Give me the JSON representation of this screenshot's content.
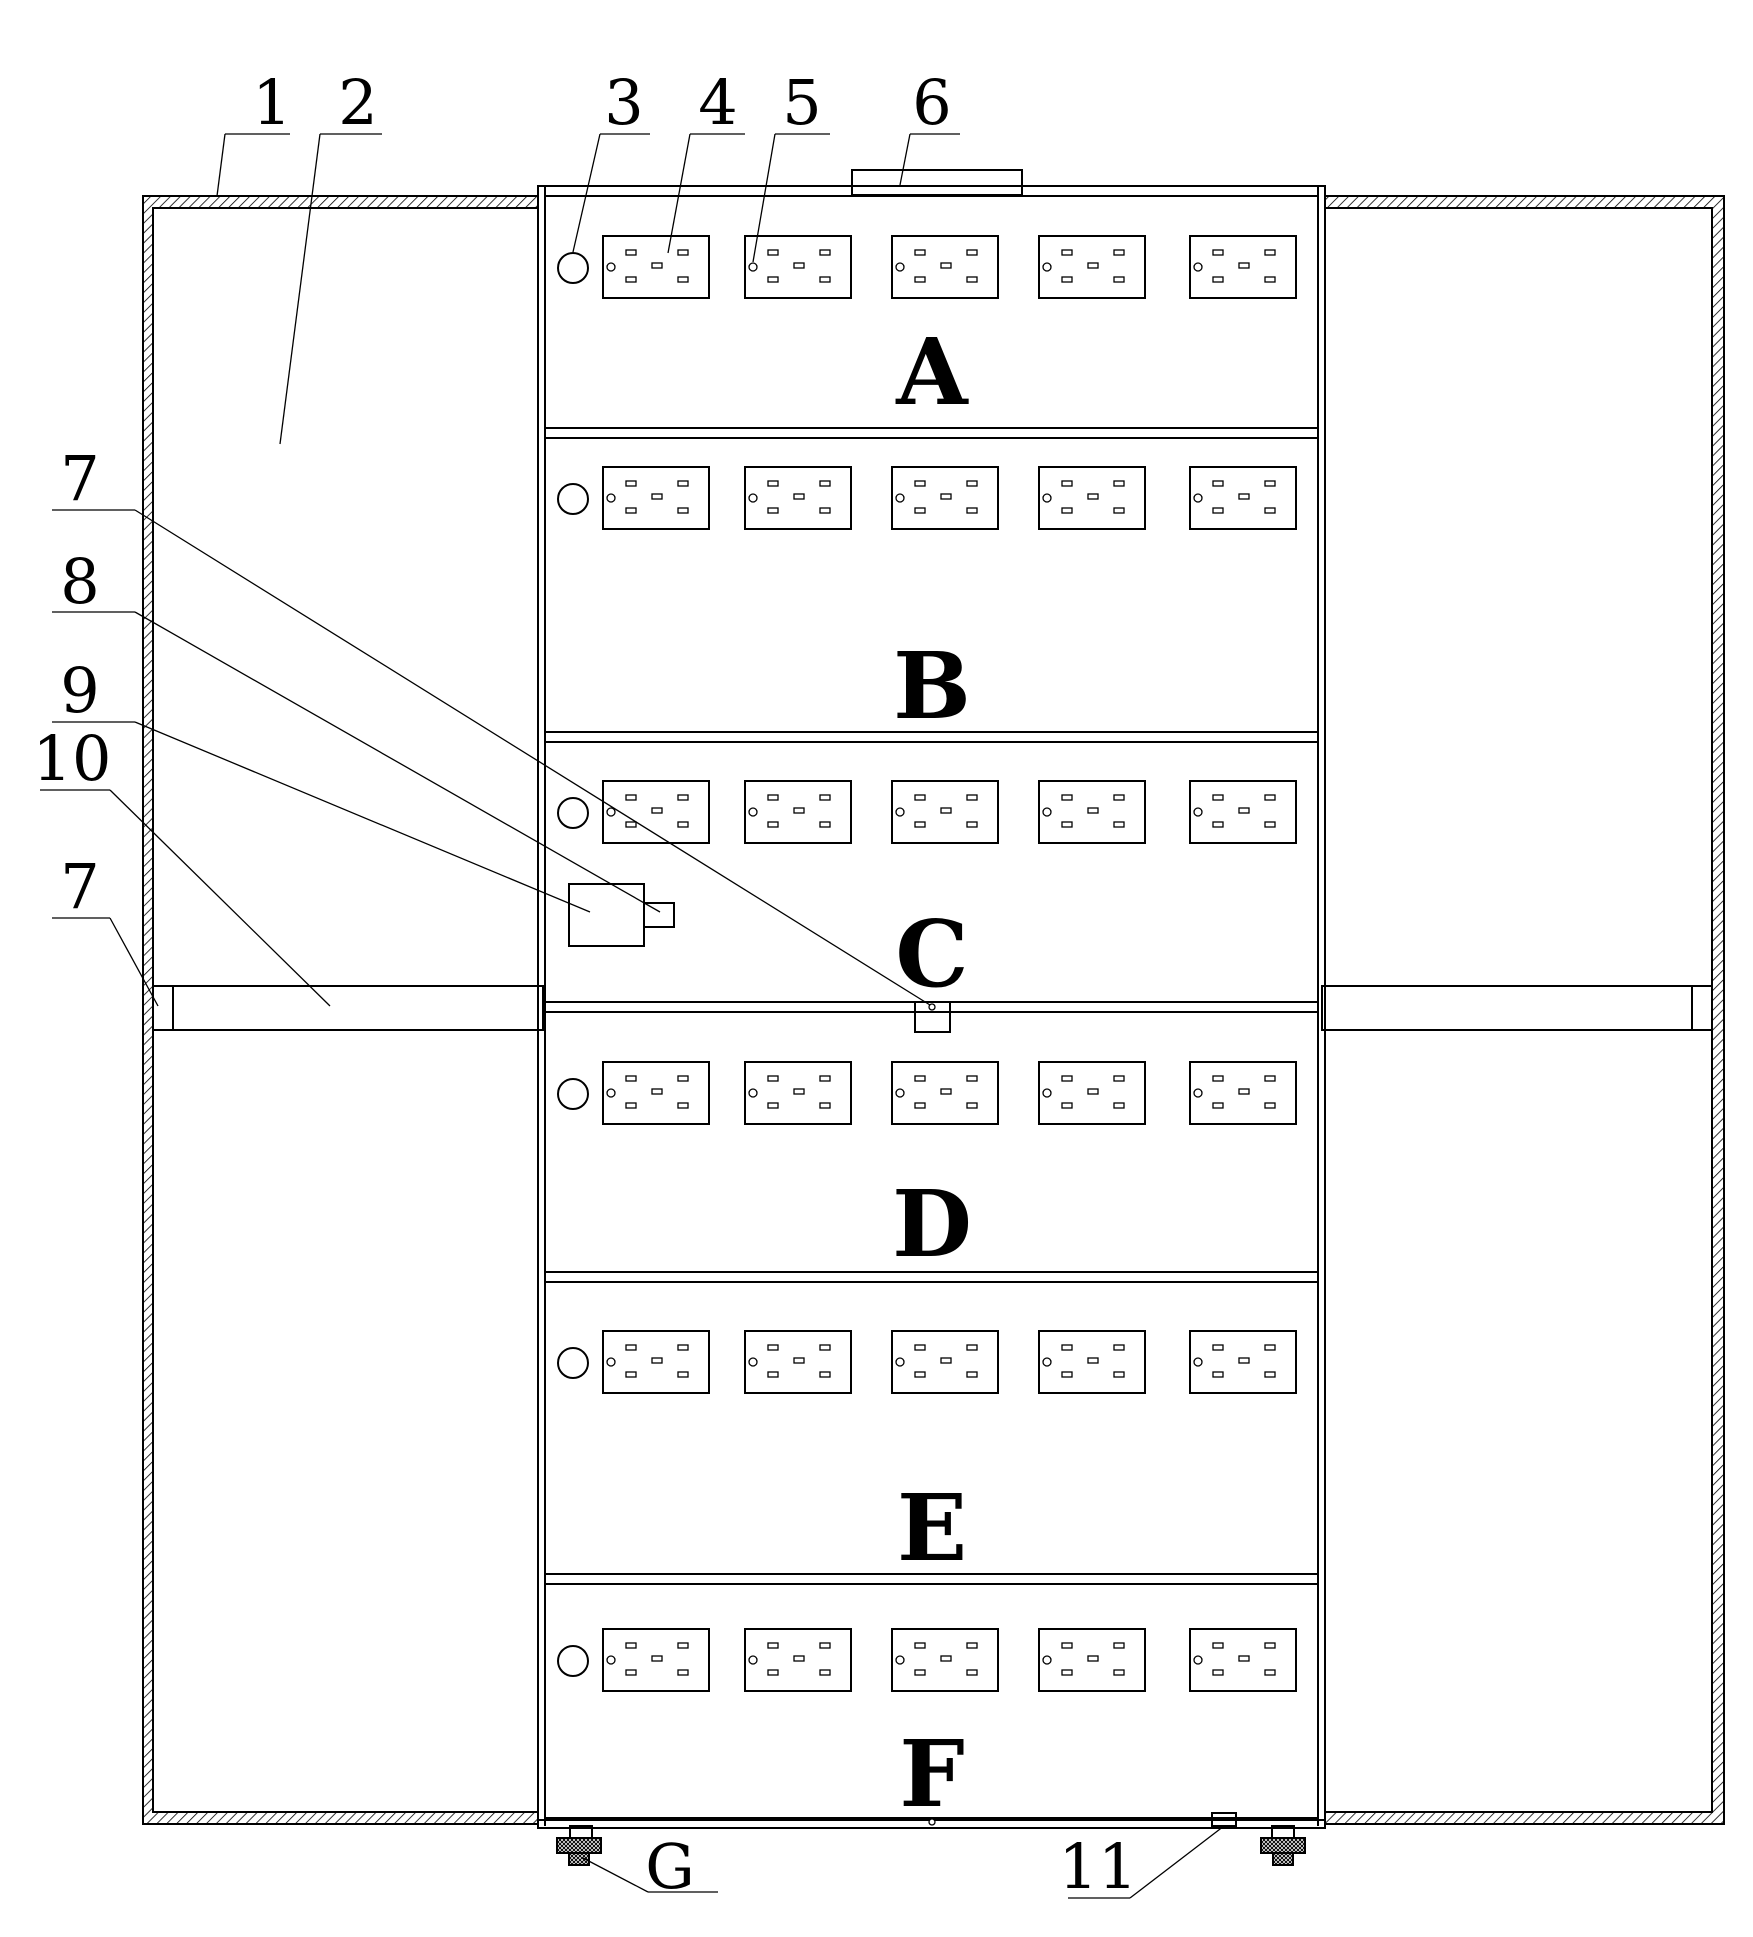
{
  "callouts": {
    "n1": "1",
    "n2": "2",
    "n3": "3",
    "n4": "4",
    "n5": "5",
    "n6": "6",
    "n7a": "7",
    "n8": "8",
    "n9": "9",
    "n10": "10",
    "n7b": "7",
    "n11": "11",
    "g": "G"
  },
  "drawers": [
    {
      "letter": "A"
    },
    {
      "letter": "B"
    },
    {
      "letter": "C"
    },
    {
      "letter": "D"
    },
    {
      "letter": "E"
    },
    {
      "letter": "F"
    }
  ],
  "outlets_per_drawer": 5
}
